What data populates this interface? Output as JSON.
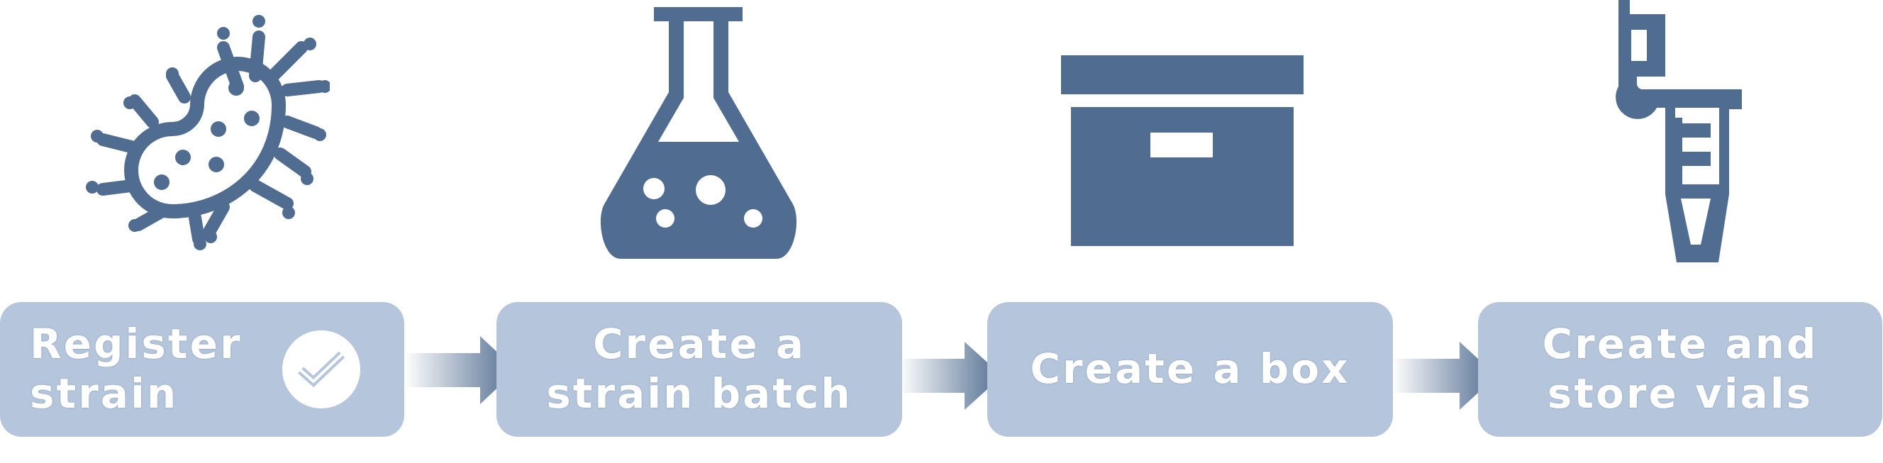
{
  "steps": [
    {
      "label": "Register\nstrain",
      "icon": "bacteria-icon",
      "completed": true
    },
    {
      "label": "Create a\nstrain batch",
      "icon": "flask-icon",
      "completed": false
    },
    {
      "label": "Create a box",
      "icon": "archive-box-icon",
      "completed": false
    },
    {
      "label": "Create and\nstore vials",
      "icon": "vial-icon",
      "completed": false
    }
  ],
  "colors": {
    "icon": "#506c90",
    "box": "#b5c6dc",
    "arrow_start": "#ffffff",
    "arrow_end": "#506c90",
    "text": "#ffffff"
  }
}
